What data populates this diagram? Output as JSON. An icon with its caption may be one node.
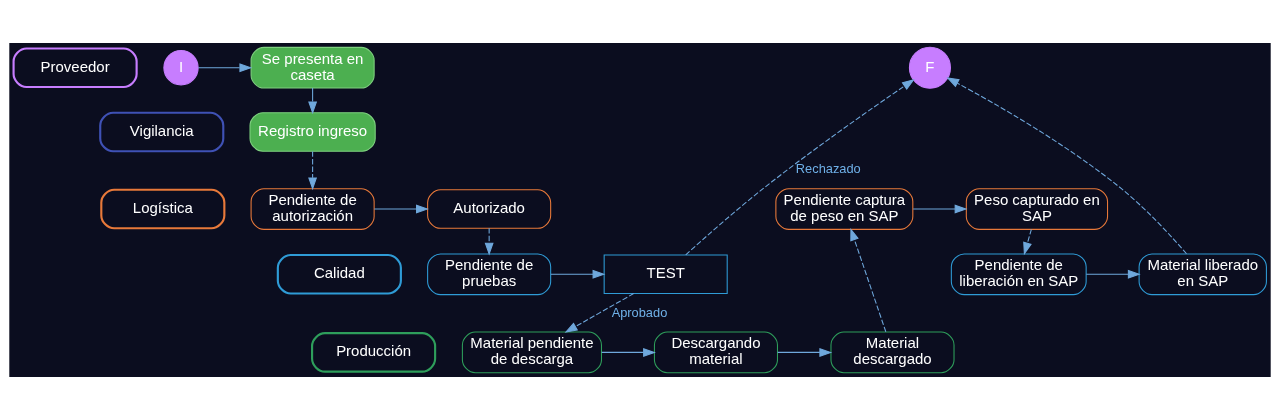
{
  "diagram": {
    "nodes": [
      {
        "text": [
          "Proveedor"
        ]
      },
      {
        "text": [
          "Vigilancia"
        ]
      },
      {
        "text": [
          "Logística"
        ]
      },
      {
        "text": [
          "Producción"
        ]
      },
      {
        "text": [
          "Calidad"
        ]
      },
      {
        "text": [
          "I"
        ]
      },
      {
        "text": [
          "Se presenta en caseta"
        ]
      },
      {
        "text": [
          "Registro ingreso"
        ]
      },
      {
        "text": [
          "Pendiente de autorización"
        ]
      },
      {
        "text": [
          "Autorizado"
        ]
      },
      {
        "text": [
          "Pendiente de pruebas"
        ]
      },
      {
        "text": [
          "TEST"
        ]
      },
      {
        "text": [
          "Material pendiente de descarga"
        ]
      },
      {
        "text": [
          "Descargando material"
        ]
      },
      {
        "text": [
          "Material descargado"
        ]
      },
      {
        "text": [
          "Pendiente captura de peso en SAP"
        ]
      },
      {
        "text": [
          "Peso capturado en SAP"
        ]
      },
      {
        "text": [
          "Pendiente de liberación en SAP"
        ]
      },
      {
        "text": [
          "Material liberado en SAP"
        ]
      },
      {
        "text": [
          "F"
        ]
      }
    ],
    "edges": [
      {
        "from": 5,
        "to": 6,
        "arrow": "to"
      },
      {
        "from": 6,
        "to": 7,
        "arrow": "to"
      },
      {
        "from": 7,
        "to": 8,
        "arrow": "to",
        "style": "dashed"
      },
      {
        "from": 8,
        "to": 9,
        "arrow": "to"
      },
      {
        "from": 9,
        "to": 10,
        "arrow": "to",
        "style": "dashed"
      },
      {
        "from": 10,
        "to": 11,
        "arrow": "to"
      },
      {
        "from": 11,
        "to": 12,
        "arrow": "to",
        "style": "dashed",
        "label": "Aprobado"
      },
      {
        "from": 11,
        "to": 19,
        "arrow": "to",
        "style": "dashed",
        "label": "Rechazado"
      },
      {
        "from": 12,
        "to": 13,
        "arrow": "to"
      },
      {
        "from": 13,
        "to": 14,
        "arrow": "to"
      },
      {
        "from": 14,
        "to": 15,
        "arrow": "to",
        "style": "dashed"
      },
      {
        "from": 15,
        "to": 16,
        "arrow": "to"
      },
      {
        "from": 16,
        "to": 17,
        "arrow": "to",
        "style": "dashed"
      },
      {
        "from": 17,
        "to": 18,
        "arrow": "to"
      },
      {
        "from": 18,
        "to": 19,
        "arrow": "to",
        "style": "dashed"
      }
    ]
  }
}
